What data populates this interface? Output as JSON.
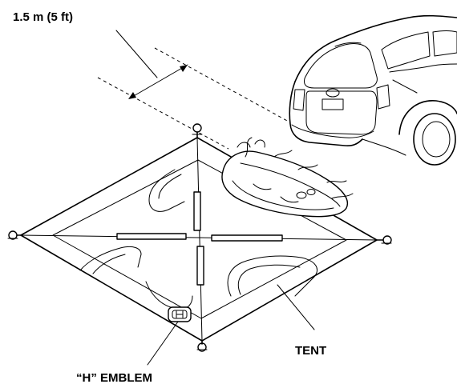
{
  "labels": {
    "distance": "1.5 m (5 ft)",
    "tent": "TENT",
    "emblem": "“H” EMBLEM"
  }
}
